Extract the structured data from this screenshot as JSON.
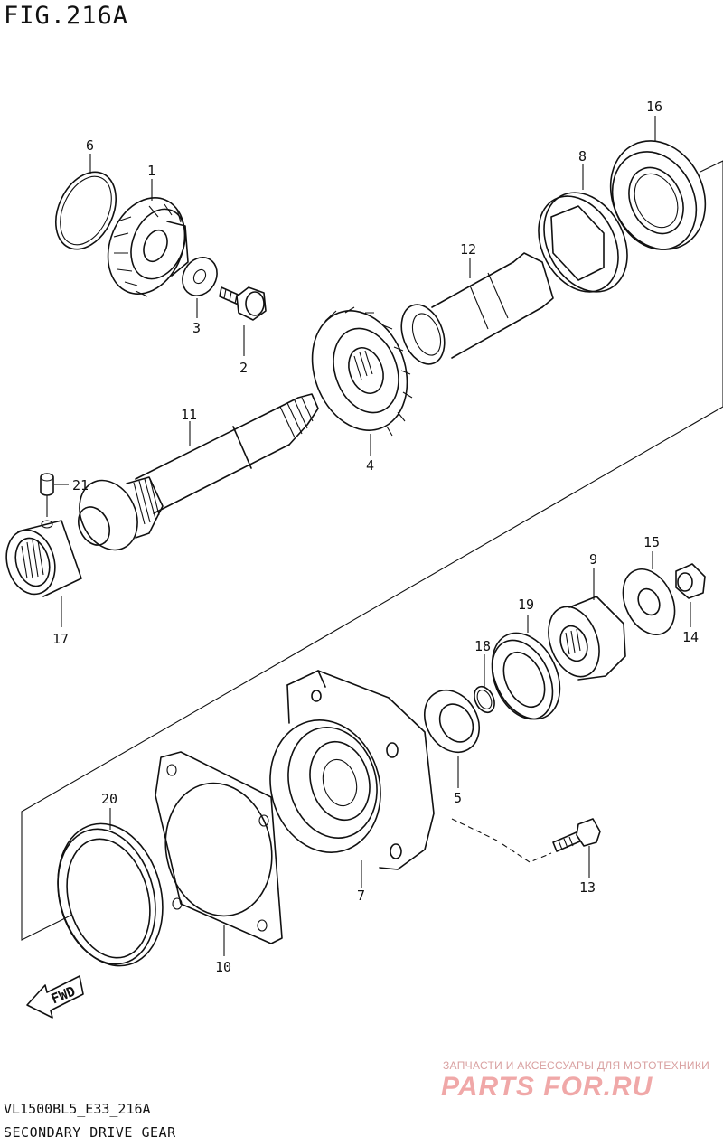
{
  "figure_label": "FIG.216A",
  "model_code": "VL1500BL5_E33_216A",
  "diagram_title": "SECONDARY DRIVE GEAR",
  "watermark": {
    "tagline": "ЗАПЧАСТИ И АКСЕССУАРЫ ДЛЯ МОТОТЕХНИКИ",
    "brand": "PARTS FOR.RU"
  },
  "direction_marker": "FWD",
  "callouts": {
    "p1": "1",
    "p2": "2",
    "p3": "3",
    "p4": "4",
    "p5": "5",
    "p6": "6",
    "p7": "7",
    "p8": "8",
    "p9": "9",
    "p10": "10",
    "p11": "11",
    "p12": "12",
    "p13": "13",
    "p14": "14",
    "p15": "15",
    "p16": "16",
    "p17": "17",
    "p18": "18",
    "p19": "19",
    "p20": "20",
    "p21": "21"
  }
}
